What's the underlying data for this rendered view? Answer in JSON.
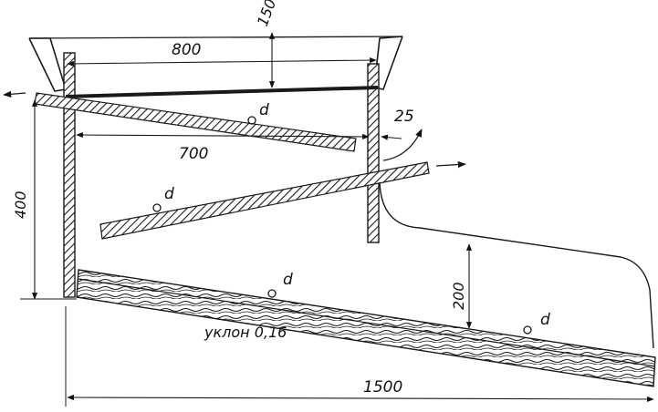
{
  "dimensions": {
    "top_width": "800",
    "hopper_gap": "150",
    "upper_sieve_length": "700",
    "wall_offset": "25",
    "height": "400",
    "lower_gap": "200",
    "total_length": "1500"
  },
  "labels": {
    "sieve_upper": "d",
    "sieve_middle": "d",
    "trough_left": "d",
    "trough_right": "d",
    "slope": "уклон 0,16"
  }
}
